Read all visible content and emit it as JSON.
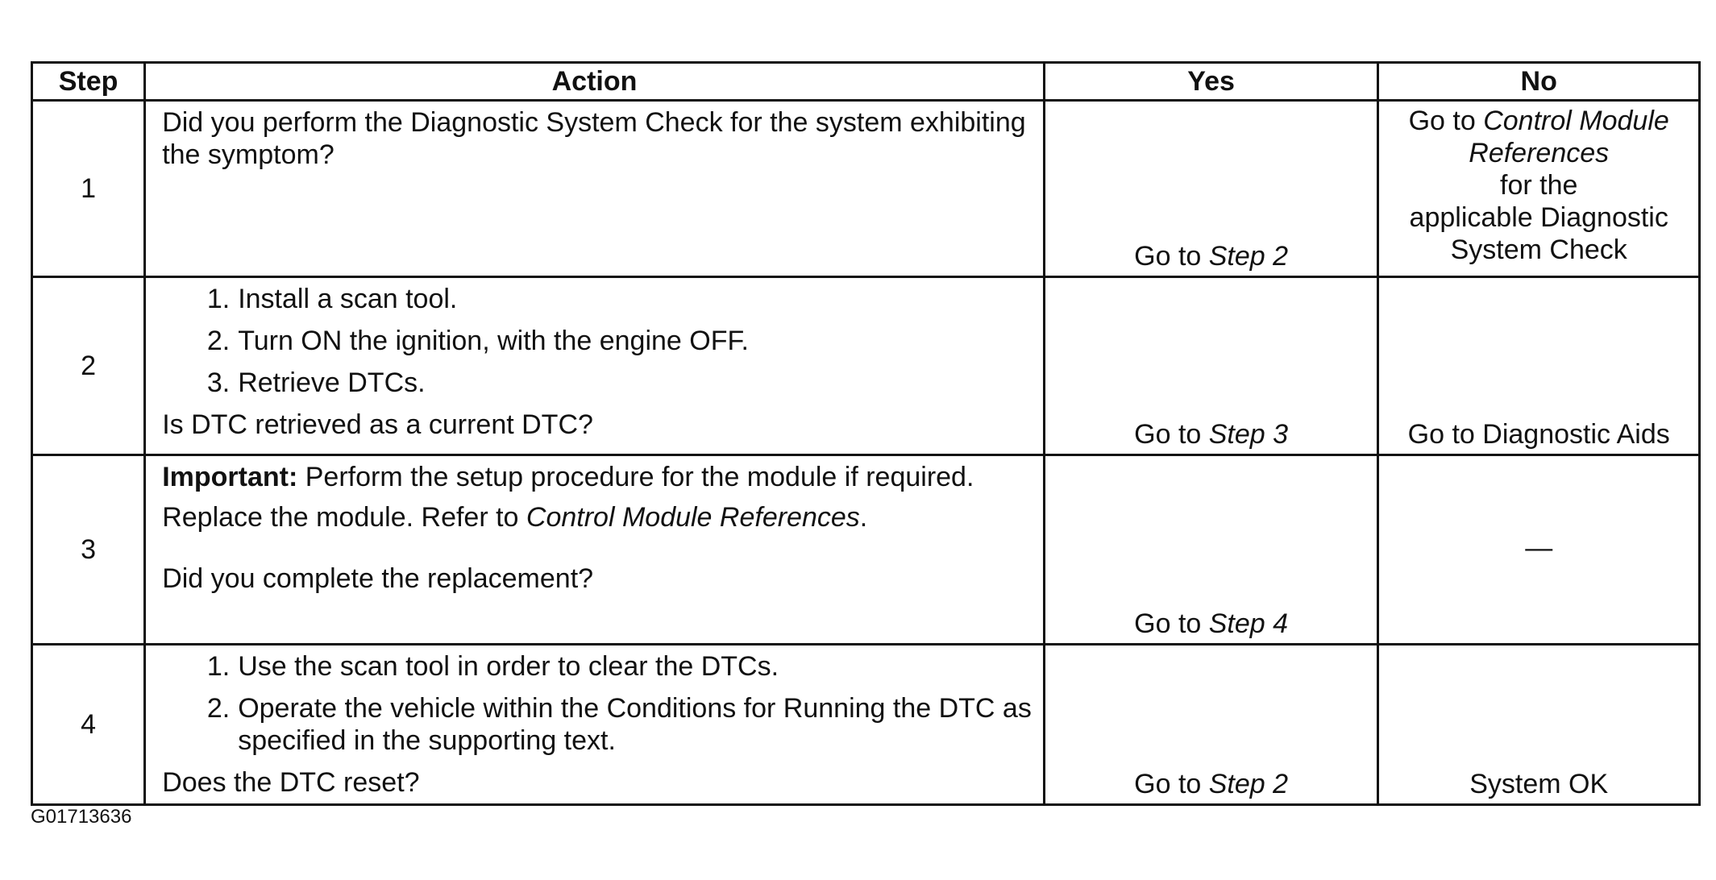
{
  "table": {
    "headers": {
      "step": "Step",
      "action": "Action",
      "yes": "Yes",
      "no": "No"
    },
    "rows": [
      {
        "step": "1",
        "action": {
          "question": "Did you perform the Diagnostic System Check for the system exhibiting the symptom?"
        },
        "yes": {
          "prefix": "Go to ",
          "ref": "Step 2"
        },
        "no": {
          "prefix": "Go to ",
          "ref": "Control Module References",
          "suffix_line1": "for the",
          "suffix_line2": "applicable Diagnostic",
          "suffix_line3": "System Check"
        }
      },
      {
        "step": "2",
        "action": {
          "items": [
            "Install a scan tool.",
            "Turn ON the ignition, with the engine OFF.",
            "Retrieve DTCs."
          ],
          "question": "Is DTC retrieved as a current DTC?"
        },
        "yes": {
          "prefix": "Go to ",
          "ref": "Step 3"
        },
        "no": {
          "text": "Go to Diagnostic Aids"
        }
      },
      {
        "step": "3",
        "action": {
          "important_label": "Important:",
          "important_text": " Perform the setup procedure for the module if required.",
          "replace_prefix": "Replace the module. Refer to ",
          "replace_ref": "Control Module References",
          "replace_suffix": ".",
          "question": "Did you complete the replacement?"
        },
        "yes": {
          "prefix": "Go to ",
          "ref": "Step 4"
        },
        "no": {
          "text": "—"
        }
      },
      {
        "step": "4",
        "action": {
          "items": [
            "Use the scan tool in order to clear the DTCs.",
            "Operate the vehicle within the Conditions for Running the DTC as specified in the supporting text."
          ],
          "question": "Does the DTC reset?"
        },
        "yes": {
          "prefix": "Go to ",
          "ref": "Step 2"
        },
        "no": {
          "text": "System OK"
        }
      }
    ]
  },
  "figure_id": "G01713636"
}
